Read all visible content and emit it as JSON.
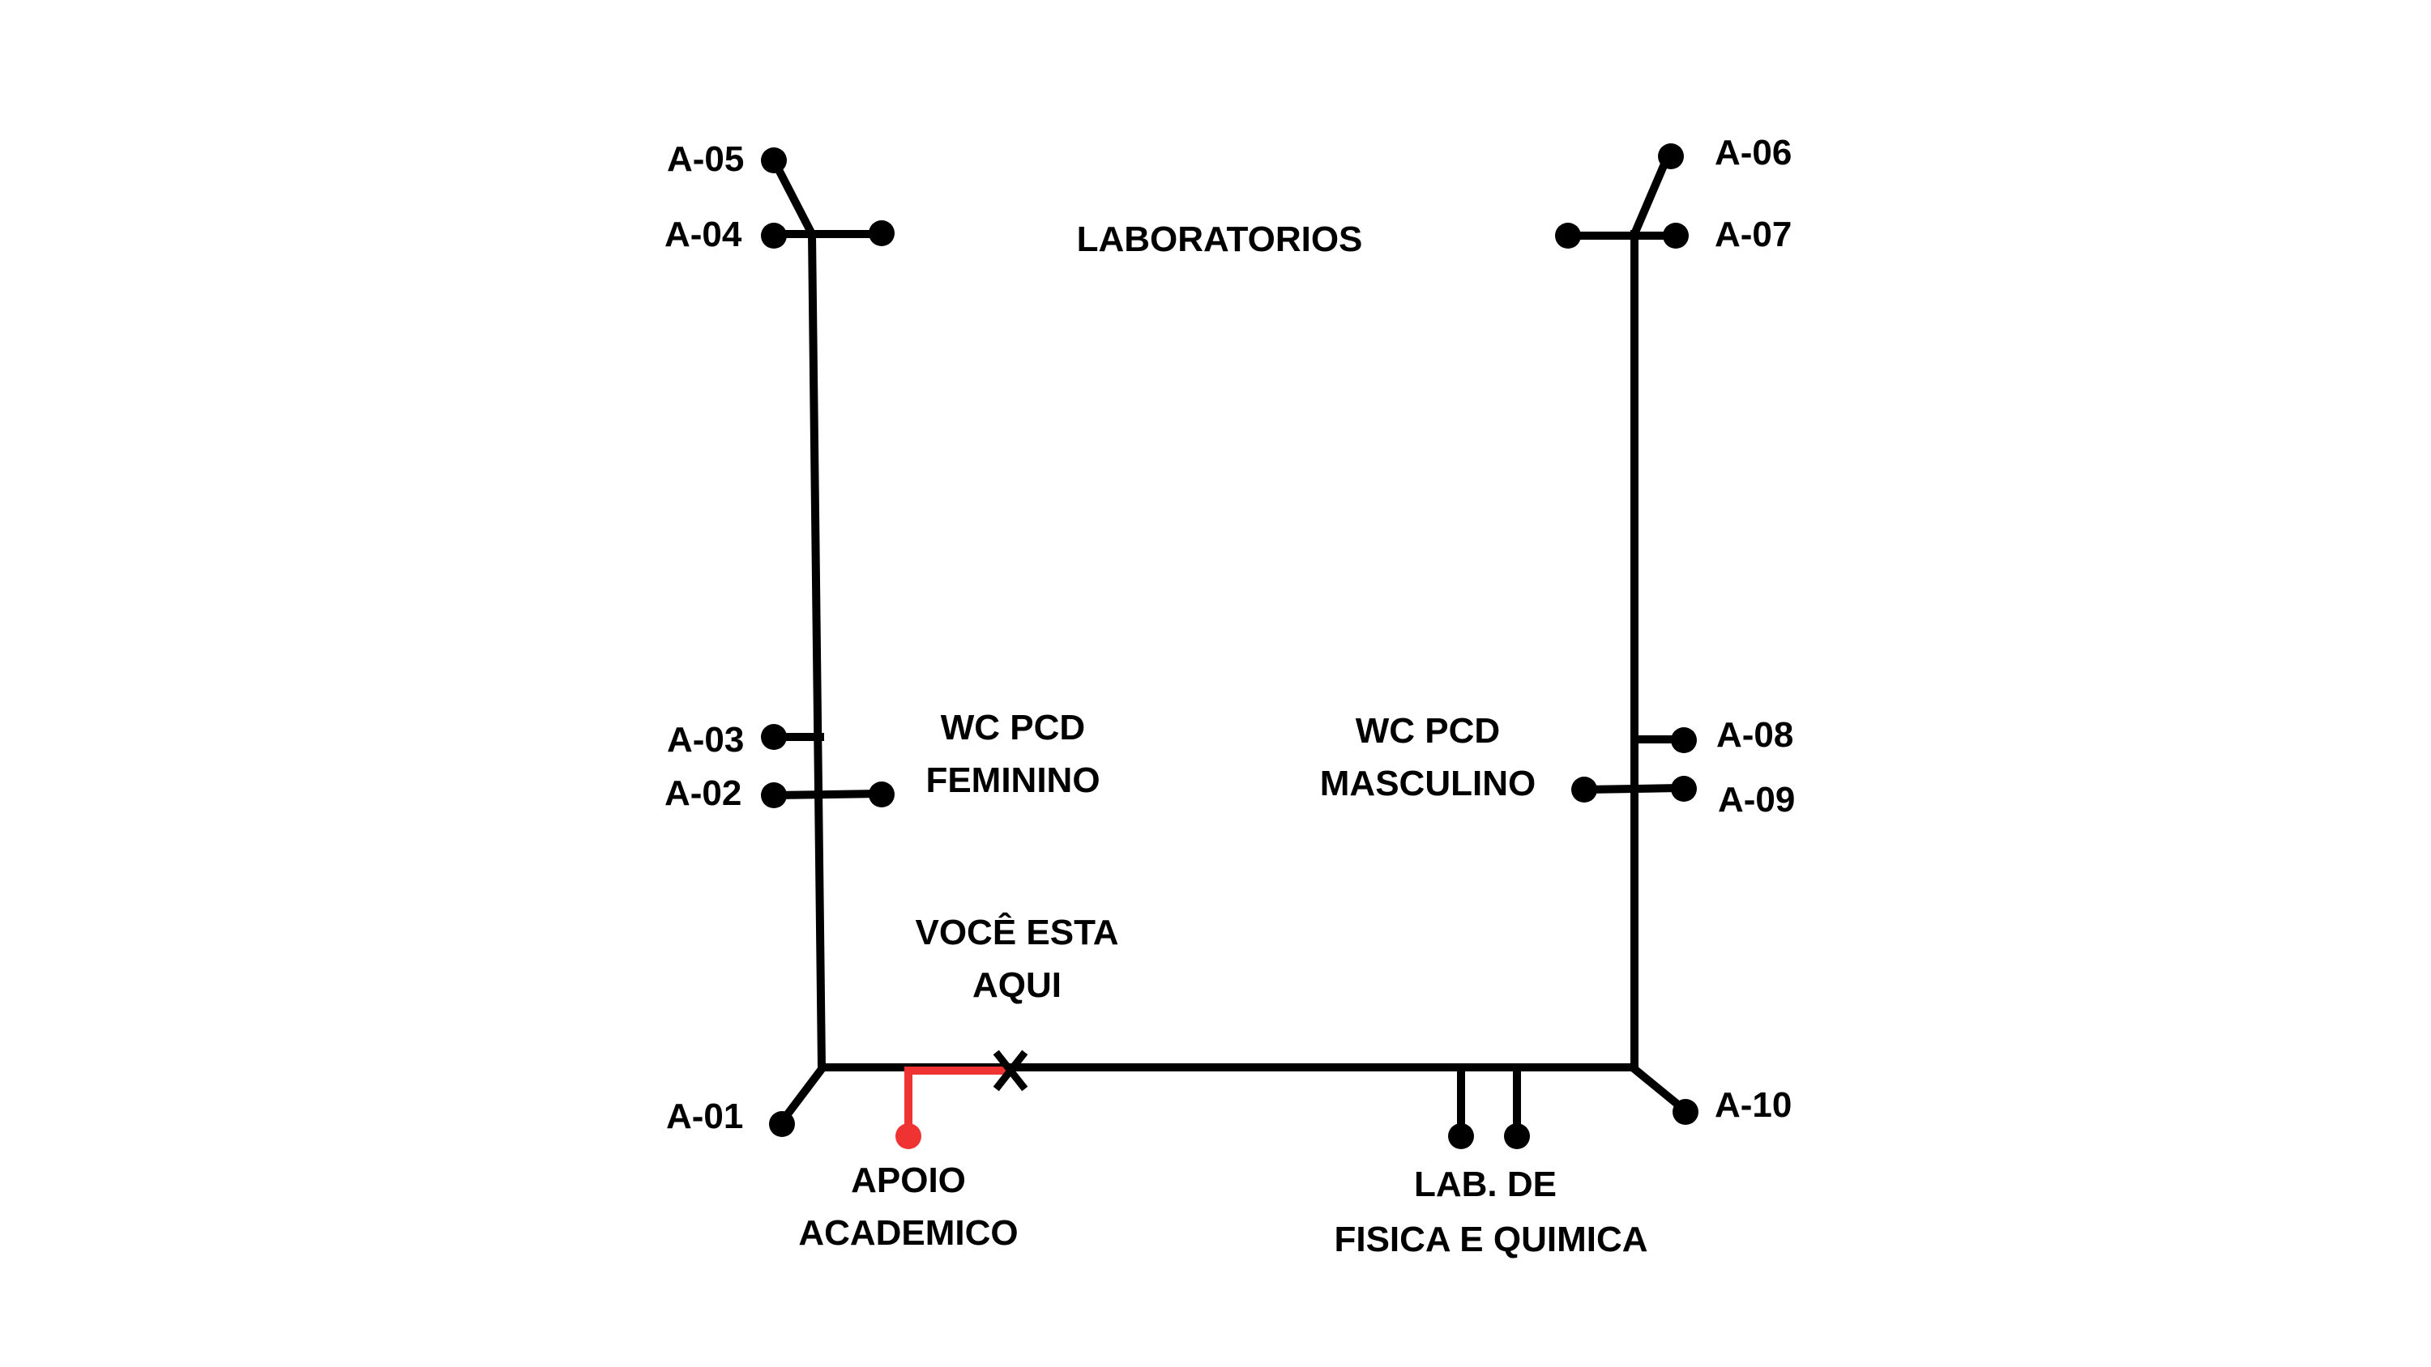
{
  "colors": {
    "route": "#000000",
    "highlight": "#ef3333",
    "background": "#ffffff"
  },
  "rooms": {
    "a01": "A-01",
    "a02": "A-02",
    "a03": "A-03",
    "a04": "A-04",
    "a05": "A-05",
    "a06": "A-06",
    "a07": "A-07",
    "a08": "A-08",
    "a09": "A-09",
    "a10": "A-10"
  },
  "areas": {
    "laboratorios": "LABORATORIOS",
    "wc_feminino": [
      "WC PCD",
      "FEMININO"
    ],
    "wc_masculino": [
      "WC PCD",
      "MASCULINO"
    ],
    "apoio_academico": [
      "APOIO",
      "ACADEMICO"
    ],
    "lab_fisica_quimica": [
      "LAB. DE",
      "FISICA E QUIMICA"
    ]
  },
  "you_are_here": {
    "label": [
      "VOCÊ ESTA",
      "AQUI"
    ],
    "marker_icon": "x-marker-icon"
  },
  "legend_icons": {
    "node": "dot-node-icon"
  }
}
